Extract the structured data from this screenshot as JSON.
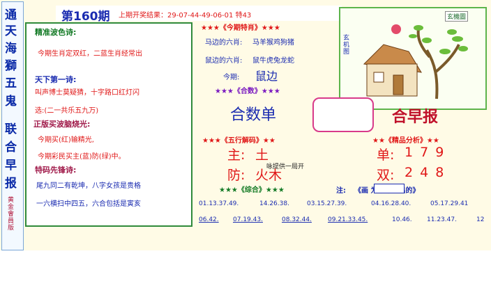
{
  "issue_title": "第160期",
  "last_result": "上期开奖结果：29-07-44-49-06-01 特43",
  "banner_chars": [
    "通",
    "天",
    "海",
    "獅",
    "五",
    "鬼",
    "联",
    "合",
    "早",
    "报"
  ],
  "banner_small": "黄金會員版",
  "left": {
    "h1": "精准波色诗:",
    "l1": "今期生肖定双红，二蓝生肖经常出",
    "h2": "天下第一诗:",
    "l2": "叫声博士莫疑猜，十字路口红灯闪",
    "l3": "选:(二一共乐五九万)",
    "h3": "正版买波脑烧光:",
    "l4": "今期买(红)输精光,",
    "l5": "今期彩民买主(蓝)防(绿)中。",
    "h4": "特码先锋诗:",
    "l6": "尾九同二有乾坤，八字女孩是贵格",
    "l7": "一六横扫中四五，六合包括是寅亥"
  },
  "mid": {
    "special_title": "★★★《今期特肖》★★★",
    "horse_side_label": "马边的六肖:",
    "horse_side_value": "马羊猴鸡狗猪",
    "rat_side_label": "鼠边的六肖:",
    "rat_side_value": "鼠牛虎兔龙蛇",
    "this_label": "今期:",
    "this_value": "鼠边",
    "heshu_title": "★★★《合数》★★★",
    "heshu_value": "合数单",
    "wuxing_title": "★★★《五行解码》★★",
    "main_label": "主:",
    "main_value": "土",
    "fang_label": "防:",
    "fang_value": "火木",
    "zonghe_title": "★★★《综合》★★★",
    "stray_text": "咏提供一局开"
  },
  "right": {
    "lianhe": "合早报",
    "jingpin_title": "★★《精品分析》★★",
    "dan_label": "单:",
    "dan_value": "1 7 9",
    "shuang_label": "双:",
    "shuang_value": "2 4 8",
    "note_pre": "注:",
    "note_text": "《画       为今期要出的》",
    "pic_label": "玄机图",
    "pic_label2": "玄機圖"
  },
  "numbers_row1": [
    "01.13.37.49.",
    "14.26.38.",
    "03.15.27.39.",
    "04.16.28.40.",
    "05.17.29.41"
  ],
  "numbers_row2": [
    "06.42.",
    "07.19.43.",
    "08.32.44.",
    "09.21.33.45.",
    "10.46.",
    "11.23.47.",
    "12"
  ],
  "colors": {
    "title": "#1a2bb0",
    "red": "#e01818",
    "frame": "#2f8a3a"
  }
}
